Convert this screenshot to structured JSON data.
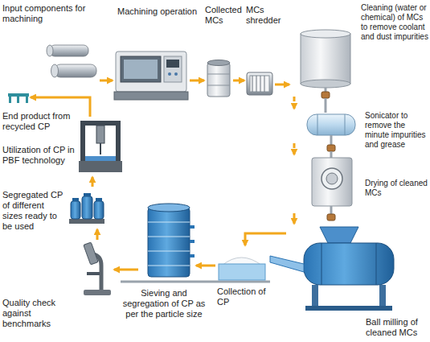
{
  "diagram": {
    "nodes": [
      {
        "text": [
          "Input components for machining"
        ]
      },
      {
        "text": [
          "Machining operation"
        ]
      },
      {
        "text": [
          "Collected MCs"
        ]
      },
      {
        "text": [
          "MCs shredder"
        ]
      },
      {
        "text": [
          "Cleaning (water or chemical) of MCs to remove coolant and dust impurities"
        ]
      },
      {
        "text": [
          "Sonicator to remove the minute impurities and grease"
        ]
      },
      {
        "text": [
          "Drying of cleaned MCs"
        ]
      },
      {
        "text": [
          "Ball milling of cleaned MCs"
        ]
      },
      {
        "text": [
          "Collection of CP"
        ]
      },
      {
        "text": [
          "Sieving and segregation of CP as per the particle size"
        ]
      },
      {
        "text": [
          "Quality check against benchmarks"
        ]
      },
      {
        "text": [
          "Segregated CP of different sizes ready to be used"
        ]
      },
      {
        "text": [
          "Utilization of CP in PBF technology"
        ]
      },
      {
        "text": [
          "End product from recycled CP"
        ]
      }
    ],
    "edges": [
      {
        "from": 0,
        "to": 1,
        "arrow": "to"
      },
      {
        "from": 1,
        "to": 2,
        "arrow": "to"
      },
      {
        "from": 2,
        "to": 3,
        "arrow": "to"
      },
      {
        "from": 3,
        "to": 4,
        "arrow": "to"
      },
      {
        "from": 4,
        "to": 5,
        "arrow": "to"
      },
      {
        "from": 5,
        "to": 6,
        "arrow": "to"
      },
      {
        "from": 6,
        "to": 7,
        "arrow": "to"
      },
      {
        "from": 7,
        "to": 8,
        "arrow": "to"
      },
      {
        "from": 8,
        "to": 9,
        "arrow": "to"
      },
      {
        "from": 9,
        "to": 10,
        "arrow": "to"
      },
      {
        "from": 10,
        "to": 11,
        "arrow": "to"
      },
      {
        "from": 11,
        "to": 12,
        "arrow": "to"
      },
      {
        "from": 12,
        "to": 13,
        "arrow": "to"
      }
    ]
  }
}
